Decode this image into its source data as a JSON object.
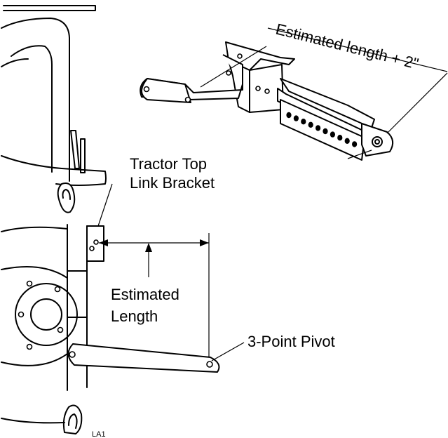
{
  "labels": {
    "estimated_length_plus": "Estimated length + 2\"",
    "bracket_line1": "Tractor Top",
    "bracket_line2": "Link Bracket",
    "estimated_line1": "Estimated",
    "estimated_line2": "Length",
    "pivot": "3-Point Pivot",
    "figure_code": "LA1"
  },
  "adjuster_hole_count": 10,
  "colors": {
    "ink": "#000000",
    "paper": "#ffffff"
  }
}
